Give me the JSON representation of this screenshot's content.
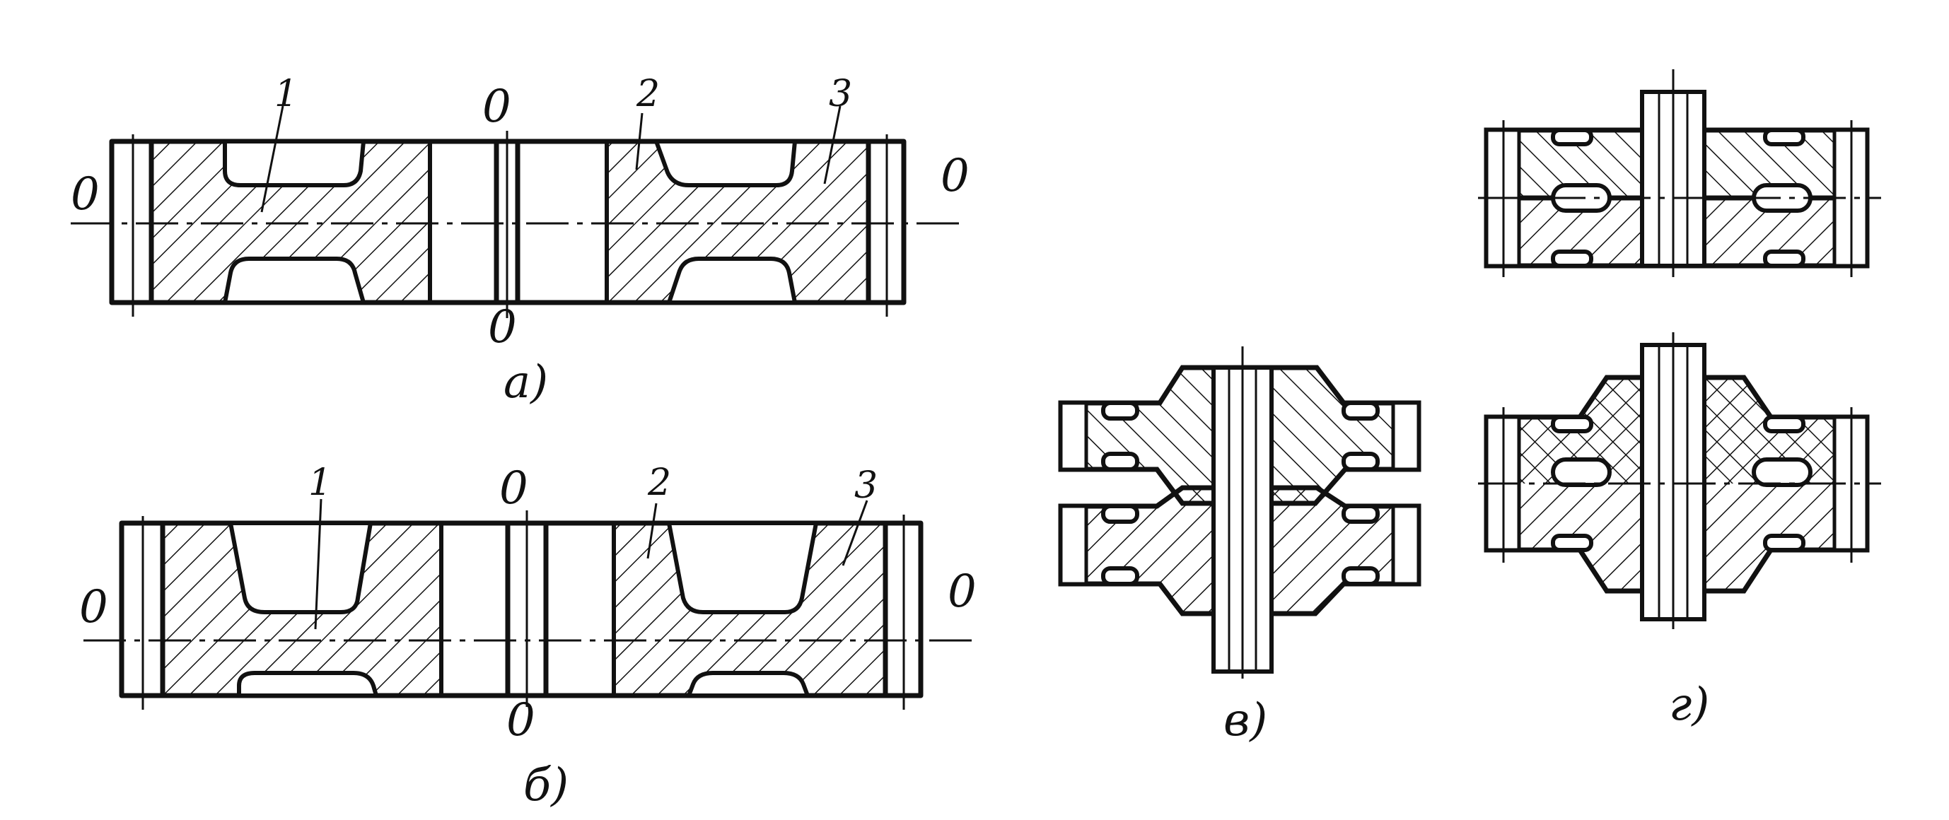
{
  "labels": {
    "fig_a": "а)",
    "fig_b": "б)",
    "fig_v": "в)",
    "fig_g": "г)",
    "part_1": "1",
    "part_2": "2",
    "part_3": "3",
    "axis_zero": "0"
  }
}
